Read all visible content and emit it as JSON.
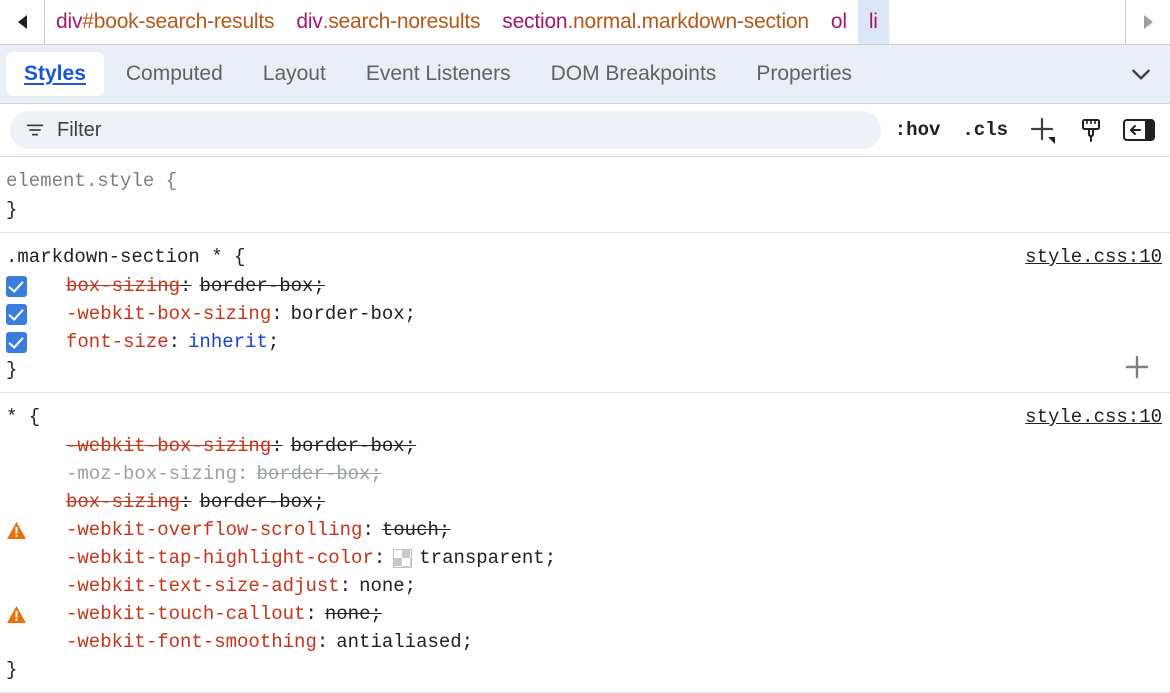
{
  "breadcrumb": {
    "scroll_left_icon": "triangle-left-icon",
    "scroll_right_icon": "triangle-right-icon",
    "items": [
      {
        "tag": "div",
        "suffix": "#book-search-results",
        "suffix_kind": "id",
        "selected": false
      },
      {
        "tag": "div",
        "suffix": ".search-noresults",
        "suffix_kind": "class",
        "selected": false
      },
      {
        "tag": "section",
        "suffix": ".normal.markdown-section",
        "suffix_kind": "class",
        "selected": false
      },
      {
        "tag": "ol",
        "suffix": "",
        "suffix_kind": "none",
        "selected": false
      },
      {
        "tag": "li",
        "suffix": "",
        "suffix_kind": "none",
        "selected": true
      }
    ]
  },
  "tabs": {
    "items": [
      {
        "label": "Styles",
        "active": true
      },
      {
        "label": "Computed",
        "active": false
      },
      {
        "label": "Layout",
        "active": false
      },
      {
        "label": "Event Listeners",
        "active": false
      },
      {
        "label": "DOM Breakpoints",
        "active": false
      },
      {
        "label": "Properties",
        "active": false
      }
    ],
    "more_icon": "chevron-down-icon"
  },
  "toolbar": {
    "filter_placeholder": "Filter",
    "filter_value": "",
    "filter_icon": "filter-icon",
    "hov_label": ":hov",
    "cls_label": ".cls",
    "new_rule_icon": "plus-new-rule-icon",
    "element_classes_icon": "paintbrush-icon",
    "computed_sidebar_icon": "toggle-sidebar-icon"
  },
  "styles": {
    "rules": [
      {
        "selector": "element.style",
        "selector_dim": true,
        "origin": "",
        "open_brace": "{",
        "close_brace": "}",
        "declarations": [],
        "show_add_property": false
      },
      {
        "selector": ".markdown-section *",
        "selector_dim": false,
        "origin": "style.css:10",
        "open_brace": "{",
        "close_brace": "}",
        "show_add_property": true,
        "declarations": [
          {
            "gutter": "checkbox",
            "property": "box-sizing",
            "value": "border-box",
            "property_struck": true,
            "value_struck": true,
            "property_grey": false,
            "value_grey": false,
            "value_blue": false,
            "swatch": false
          },
          {
            "gutter": "checkbox",
            "property": "-webkit-box-sizing",
            "value": "border-box",
            "property_struck": false,
            "value_struck": false,
            "property_grey": false,
            "value_grey": false,
            "value_blue": false,
            "swatch": false
          },
          {
            "gutter": "checkbox",
            "property": "font-size",
            "value": "inherit",
            "property_struck": false,
            "value_struck": false,
            "property_grey": false,
            "value_grey": false,
            "value_blue": true,
            "swatch": false
          }
        ]
      },
      {
        "selector": "*",
        "selector_dim": false,
        "origin": "style.css:10",
        "open_brace": "{",
        "close_brace": "}",
        "show_add_property": false,
        "declarations": [
          {
            "gutter": "none",
            "property": "-webkit-box-sizing",
            "value": "border-box",
            "property_struck": true,
            "value_struck": true,
            "property_grey": false,
            "value_grey": false,
            "value_blue": false,
            "swatch": false
          },
          {
            "gutter": "none",
            "property": "-moz-box-sizing",
            "value": "border-box",
            "property_struck": false,
            "value_struck": true,
            "property_grey": true,
            "value_grey": true,
            "value_blue": false,
            "swatch": false
          },
          {
            "gutter": "none",
            "property": "box-sizing",
            "value": "border-box",
            "property_struck": true,
            "value_struck": true,
            "property_grey": false,
            "value_grey": false,
            "value_blue": false,
            "swatch": false
          },
          {
            "gutter": "warning",
            "property": "-webkit-overflow-scrolling",
            "value": "touch",
            "property_struck": false,
            "value_struck": true,
            "property_grey": false,
            "value_grey": false,
            "value_blue": false,
            "swatch": false
          },
          {
            "gutter": "none",
            "property": "-webkit-tap-highlight-color",
            "value": "transparent",
            "property_struck": false,
            "value_struck": false,
            "property_grey": false,
            "value_grey": false,
            "value_blue": false,
            "swatch": true
          },
          {
            "gutter": "none",
            "property": "-webkit-text-size-adjust",
            "value": "none",
            "property_struck": false,
            "value_struck": false,
            "property_grey": false,
            "value_grey": false,
            "value_blue": false,
            "swatch": false
          },
          {
            "gutter": "warning",
            "property": "-webkit-touch-callout",
            "value": "none",
            "property_struck": false,
            "value_struck": true,
            "property_grey": false,
            "value_grey": false,
            "value_blue": false,
            "swatch": false
          },
          {
            "gutter": "none",
            "property": "-webkit-font-smoothing",
            "value": "antialiased",
            "property_struck": false,
            "value_struck": false,
            "property_grey": false,
            "value_grey": false,
            "value_blue": false,
            "swatch": false
          }
        ]
      }
    ]
  },
  "colors": {
    "accent_blue": "#1a55d8",
    "checkbox_blue": "#3b7ddd",
    "property_red": "#c5341c",
    "value_blue": "#1a42d0",
    "tag_magenta": "#a3186d",
    "attr_orange": "#b4571a",
    "warning_orange": "#e8710a",
    "tabbar_bg": "#eaeef7",
    "selected_crumb_bg": "#dce6f7"
  }
}
